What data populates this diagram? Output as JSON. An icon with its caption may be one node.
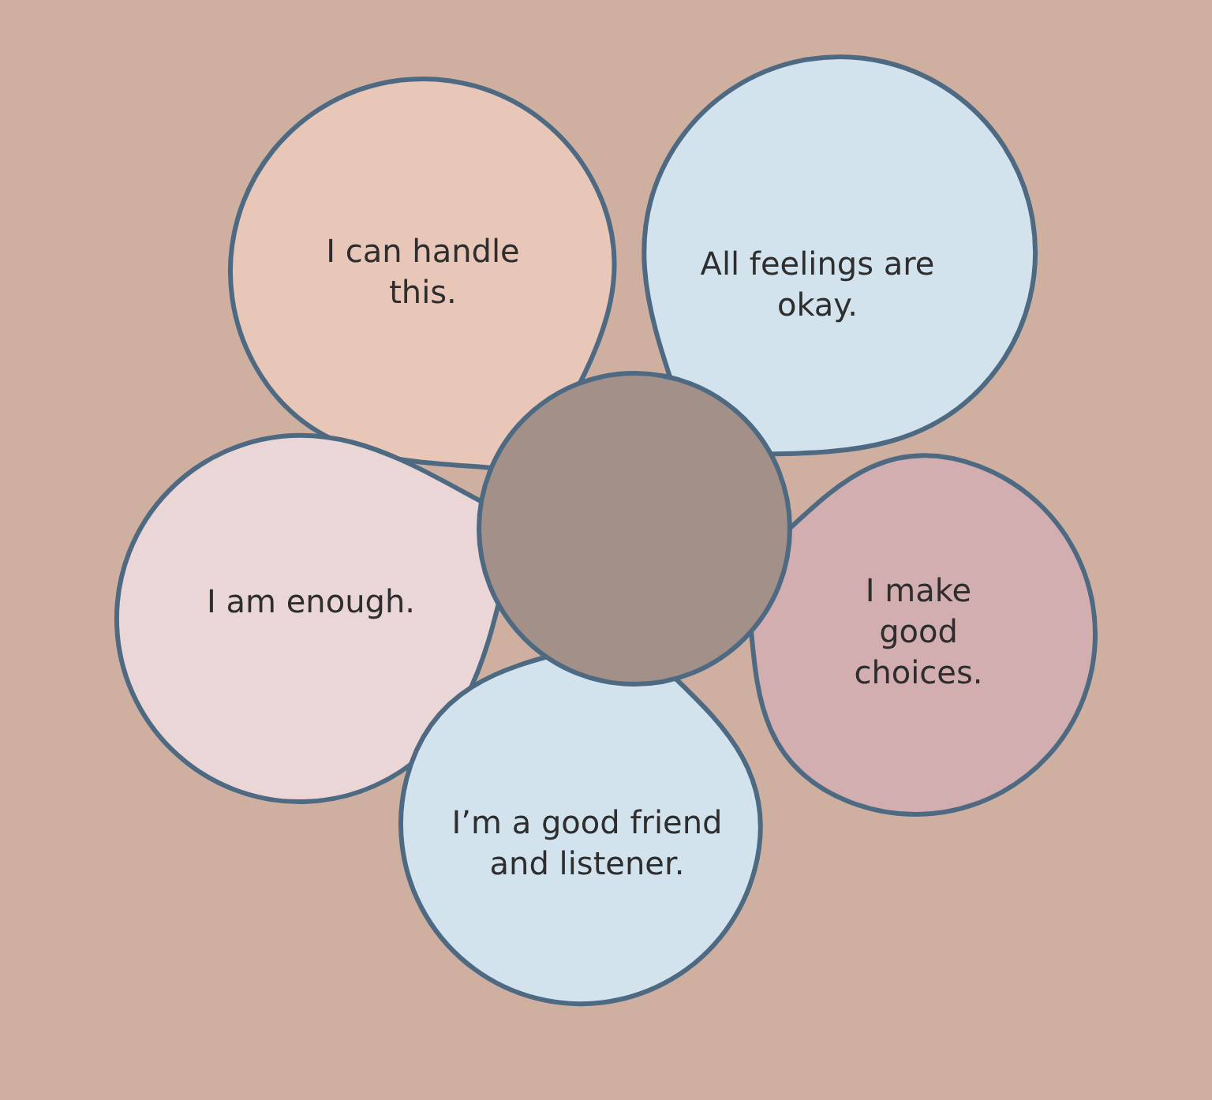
{
  "diagram": {
    "nodes": [
      {
        "text": [
          "I can handle this."
        ]
      },
      {
        "text": [
          "All feelings are okay."
        ]
      },
      {
        "text": [
          "I am enough."
        ]
      },
      {
        "text": [
          "I make good choices."
        ]
      },
      {
        "text": [
          "I’m a good friend and listener."
        ]
      },
      {
        "text": [],
        "shape": "circle"
      }
    ]
  }
}
